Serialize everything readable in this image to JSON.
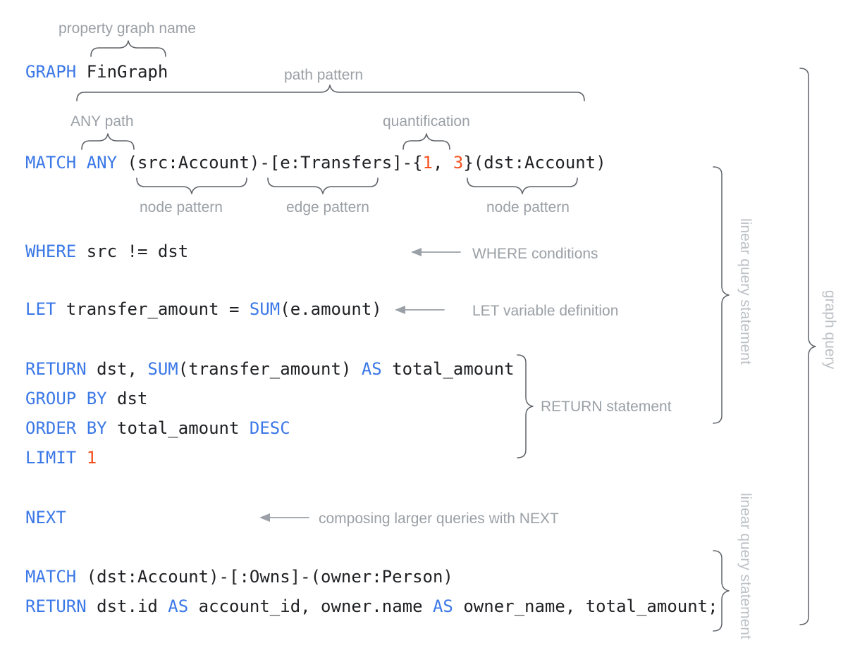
{
  "colors": {
    "keyword": "#3b78e7",
    "number": "#f4511e",
    "plain": "#202124",
    "annotation": "#9aa0a6",
    "annotation_vertical": "#bdc1c6",
    "brace": "#5f6368",
    "background": "#ffffff"
  },
  "code": {
    "lines": [
      {
        "id": "graph-line",
        "tokens": [
          {
            "t": "GRAPH",
            "k": "kw"
          },
          {
            "t": " FinGraph",
            "k": "pl"
          }
        ]
      },
      {
        "id": "match-line",
        "tokens": [
          {
            "t": "MATCH",
            "k": "kw"
          },
          {
            "t": " ",
            "k": "pl"
          },
          {
            "t": "ANY",
            "k": "kw"
          },
          {
            "t": " (src:Account)-[e:Transfers]-{",
            "k": "pl"
          },
          {
            "t": "1",
            "k": "num"
          },
          {
            "t": ", ",
            "k": "pl"
          },
          {
            "t": "3",
            "k": "num"
          },
          {
            "t": "}(dst:Account)",
            "k": "pl"
          }
        ]
      },
      {
        "id": "where-line",
        "tokens": [
          {
            "t": "WHERE",
            "k": "kw"
          },
          {
            "t": " src != dst",
            "k": "pl"
          }
        ]
      },
      {
        "id": "let-line",
        "tokens": [
          {
            "t": "LET",
            "k": "kw"
          },
          {
            "t": " transfer_amount = ",
            "k": "pl"
          },
          {
            "t": "SUM",
            "k": "kw"
          },
          {
            "t": "(e.amount)",
            "k": "pl"
          }
        ]
      },
      {
        "id": "return-line",
        "tokens": [
          {
            "t": "RETURN",
            "k": "kw"
          },
          {
            "t": " dst, ",
            "k": "pl"
          },
          {
            "t": "SUM",
            "k": "kw"
          },
          {
            "t": "(transfer_amount) ",
            "k": "pl"
          },
          {
            "t": "AS",
            "k": "kw"
          },
          {
            "t": " total_amount",
            "k": "pl"
          }
        ]
      },
      {
        "id": "groupby-line",
        "tokens": [
          {
            "t": "GROUP BY",
            "k": "kw"
          },
          {
            "t": " dst",
            "k": "pl"
          }
        ]
      },
      {
        "id": "orderby-line",
        "tokens": [
          {
            "t": "ORDER BY",
            "k": "kw"
          },
          {
            "t": " total_amount ",
            "k": "pl"
          },
          {
            "t": "DESC",
            "k": "kw"
          }
        ]
      },
      {
        "id": "limit-line",
        "tokens": [
          {
            "t": "LIMIT",
            "k": "kw"
          },
          {
            "t": " ",
            "k": "pl"
          },
          {
            "t": "1",
            "k": "num"
          }
        ]
      },
      {
        "id": "next-line",
        "tokens": [
          {
            "t": "NEXT",
            "k": "kw"
          }
        ]
      },
      {
        "id": "match2-line",
        "tokens": [
          {
            "t": "MATCH",
            "k": "kw"
          },
          {
            "t": " (dst:Account)-[:Owns]-(owner:Person)",
            "k": "pl"
          }
        ]
      },
      {
        "id": "return2-line",
        "tokens": [
          {
            "t": "RETURN",
            "k": "kw"
          },
          {
            "t": " dst.id ",
            "k": "pl"
          },
          {
            "t": "AS",
            "k": "kw"
          },
          {
            "t": " account_id, owner.name ",
            "k": "pl"
          },
          {
            "t": "AS",
            "k": "kw"
          },
          {
            "t": " owner_name, total_amount;",
            "k": "pl"
          }
        ]
      }
    ]
  },
  "annotations": {
    "property_graph_name": "property graph name",
    "path_pattern": "path pattern",
    "any_path": "ANY path",
    "quantification": "quantification",
    "node_pattern_src": "node pattern",
    "edge_pattern": "edge pattern",
    "node_pattern_dst": "node pattern",
    "where_conditions": "WHERE conditions",
    "let_variable_definition": "LET variable definition",
    "return_statement": "RETURN statement",
    "composing_with_next": "composing larger queries with NEXT",
    "linear_query_statement_1": "linear query statement",
    "linear_query_statement_2": "linear query statement",
    "graph_query": "graph query"
  }
}
